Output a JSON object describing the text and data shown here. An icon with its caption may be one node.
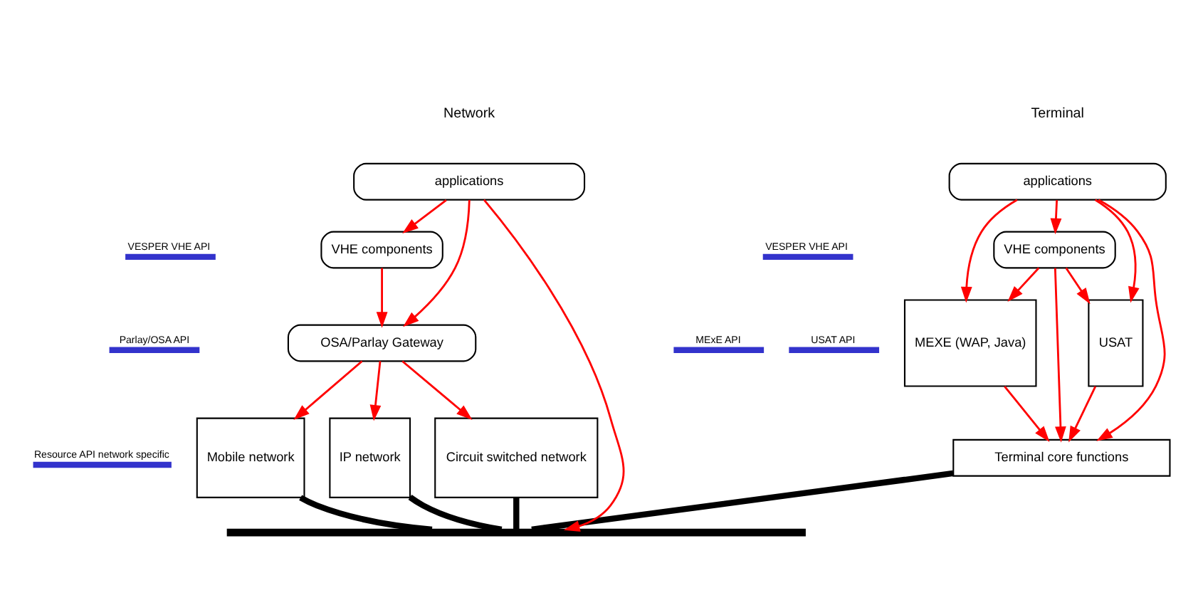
{
  "diagram": {
    "nodes": [
      {
        "text": [
          "applications"
        ]
      },
      {
        "text": [
          "VHE components"
        ]
      },
      {
        "text": [
          "USAT"
        ]
      },
      {
        "text": [
          "MEXE (WAP, Java)"
        ]
      },
      {
        "text": [
          "Terminal core functions"
        ]
      },
      {
        "text": [
          "applications"
        ]
      },
      {
        "text": [
          "VHE components"
        ]
      },
      {
        "text": [
          "OSA/Parlay Gateway"
        ]
      },
      {
        "text": [
          "Mobile network"
        ]
      },
      {
        "text": [
          "IP network"
        ]
      },
      {
        "text": [
          "Circuit switched network"
        ]
      },
      {
        "text": [],
        "shape": "bar"
      }
    ],
    "edges": [
      {
        "from": 0,
        "to": 2,
        "arrow": "to"
      },
      {
        "from": 0,
        "to": 1,
        "arrow": "to"
      },
      {
        "from": 0,
        "to": 3,
        "arrow": "to"
      },
      {
        "from": 0,
        "to": 4,
        "arrow": "to"
      },
      {
        "from": 1,
        "to": 2,
        "arrow": "to"
      },
      {
        "from": 1,
        "to": 3,
        "arrow": "to"
      },
      {
        "from": 1,
        "to": 4,
        "arrow": "to"
      },
      {
        "from": 2,
        "to": 4,
        "arrow": "to"
      },
      {
        "from": 3,
        "to": 4,
        "arrow": "to"
      },
      {
        "from": 5,
        "to": 6,
        "arrow": "to"
      },
      {
        "from": 5,
        "to": 7,
        "arrow": "to"
      },
      {
        "from": 5,
        "to": 11,
        "arrow": "to"
      },
      {
        "from": 6,
        "to": 7,
        "arrow": "to"
      },
      {
        "from": 7,
        "to": 8,
        "arrow": "to"
      },
      {
        "from": 7,
        "to": 9,
        "arrow": "to"
      },
      {
        "from": 7,
        "to": 10,
        "arrow": "to"
      },
      {
        "from": 4,
        "to": 11,
        "arrow": "none",
        "style": "thick",
        "color": "#000000"
      },
      {
        "from": 8,
        "to": 11,
        "arrow": "none",
        "style": "thick",
        "color": "#000000"
      },
      {
        "from": 9,
        "to": 11,
        "arrow": "none",
        "style": "thick",
        "color": "#000000"
      },
      {
        "from": 10,
        "to": 11,
        "arrow": "none",
        "style": "thick",
        "color": "#000000"
      }
    ],
    "labels": [
      "Terminal",
      "Network",
      "VESPER VHE API",
      "USAT API",
      "MExE API",
      "VESPER VHE API",
      "Parlay/OSA API",
      "Resource API network specific"
    ]
  }
}
